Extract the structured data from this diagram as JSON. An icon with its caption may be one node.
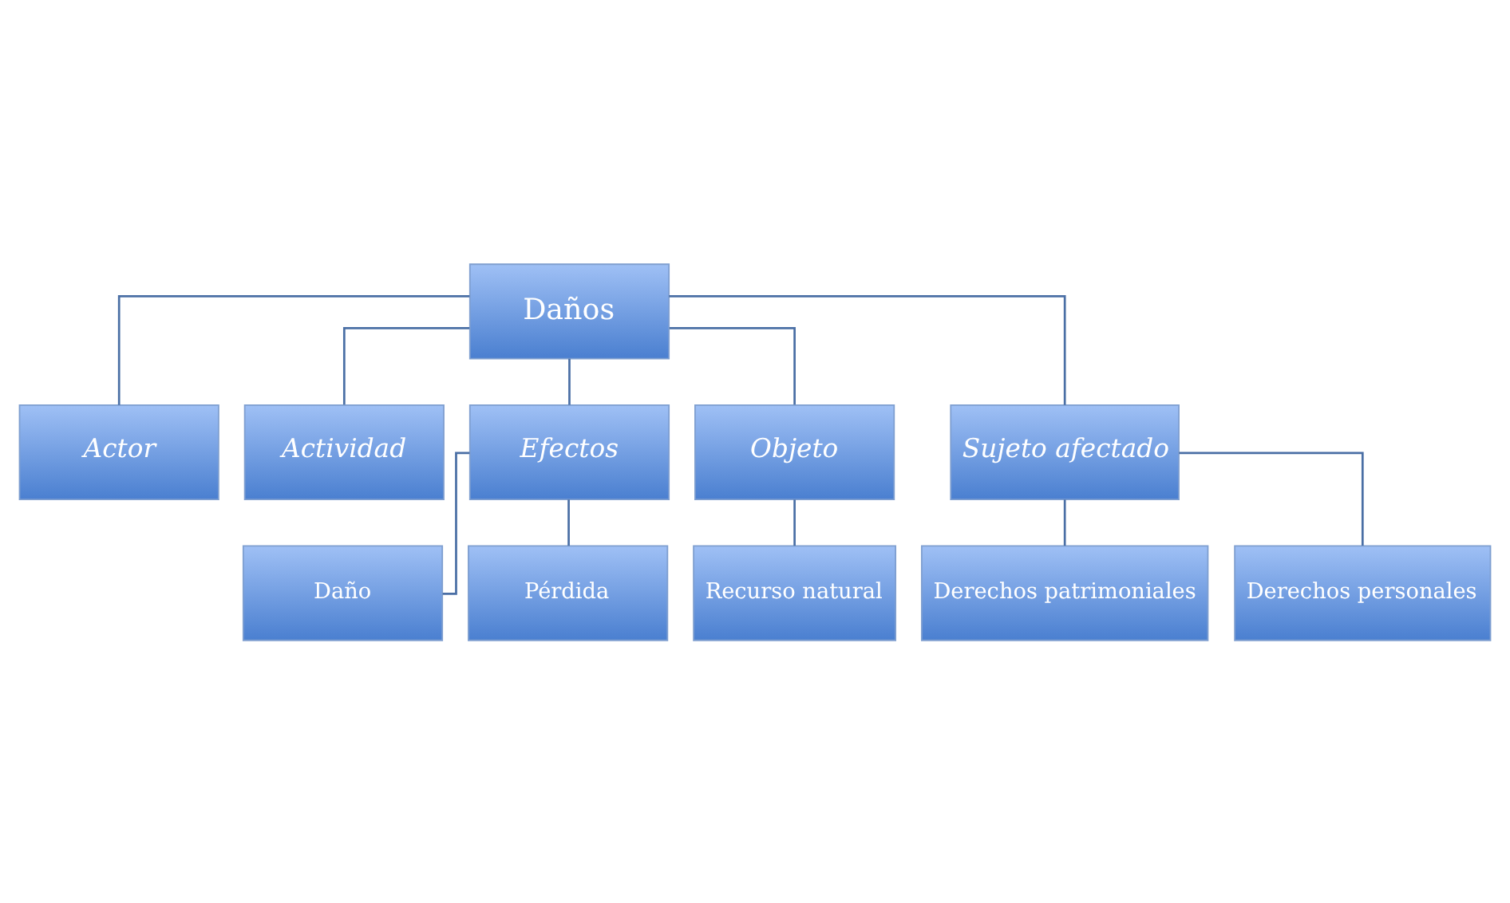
{
  "diagram": {
    "nodes": [
      {
        "text": [
          "Daños"
        ]
      },
      {
        "text": [
          "Actor"
        ]
      },
      {
        "text": [
          "Actividad"
        ]
      },
      {
        "text": [
          "Efectos"
        ]
      },
      {
        "text": [
          "Objeto"
        ]
      },
      {
        "text": [
          "Sujeto afectado"
        ]
      },
      {
        "text": [
          "Daño"
        ]
      },
      {
        "text": [
          "Pérdida"
        ]
      },
      {
        "text": [
          "Recurso natural"
        ]
      },
      {
        "text": [
          "Derechos patrimoniales"
        ]
      },
      {
        "text": [
          "Derechos personales"
        ]
      }
    ],
    "edges": [
      {
        "from": 0,
        "to": 1,
        "arrow": "none"
      },
      {
        "from": 0,
        "to": 2,
        "arrow": "none"
      },
      {
        "from": 0,
        "to": 3,
        "arrow": "none"
      },
      {
        "from": 0,
        "to": 4,
        "arrow": "none"
      },
      {
        "from": 0,
        "to": 5,
        "arrow": "none"
      },
      {
        "from": 3,
        "to": 6,
        "arrow": "none"
      },
      {
        "from": 3,
        "to": 7,
        "arrow": "none"
      },
      {
        "from": 4,
        "to": 8,
        "arrow": "none"
      },
      {
        "from": 5,
        "to": 9,
        "arrow": "none"
      },
      {
        "from": 5,
        "to": 10,
        "arrow": "none"
      }
    ]
  }
}
